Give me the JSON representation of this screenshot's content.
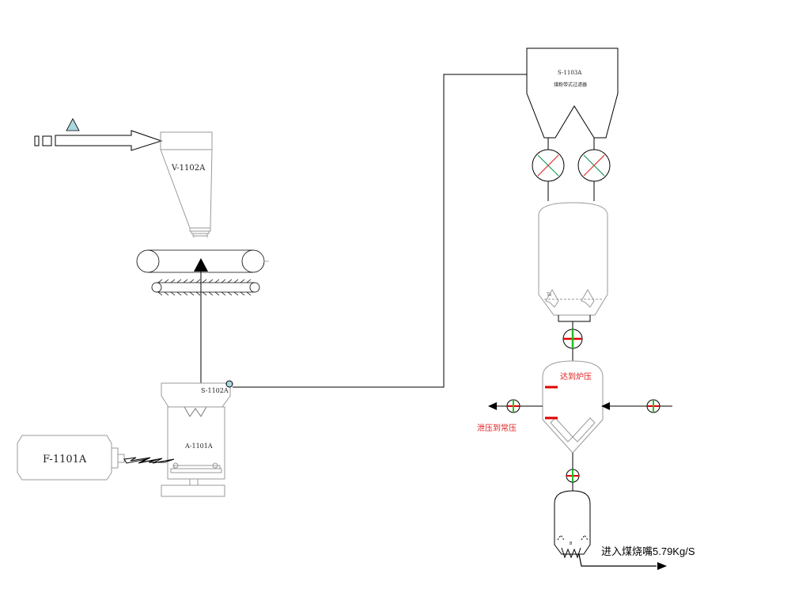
{
  "labels": {
    "v1102": "V-1102A",
    "s1103": "S-1103A",
    "s1103_sub": "煤粉带式过滤器",
    "s1102": "S-1102A",
    "a1101": "A-1101A",
    "f1101": "F-1101A",
    "reach_furnace": "达到炉压",
    "vent_to_atm": "泄压到常压",
    "to_burner": "进入煤烧嘴5.79Kg/S",
    "small_te": "Te"
  },
  "colors": {
    "line": "#000000",
    "equipment": "#9a9a9a",
    "valve_cross_green": "#1a9a5a",
    "valve_cross_red": "#e23030",
    "valve_bar_red": "#e00000",
    "valve_bar_green": "#22c022",
    "annotation_red": "#e02020",
    "triangle_fill": "#a9d8de"
  }
}
